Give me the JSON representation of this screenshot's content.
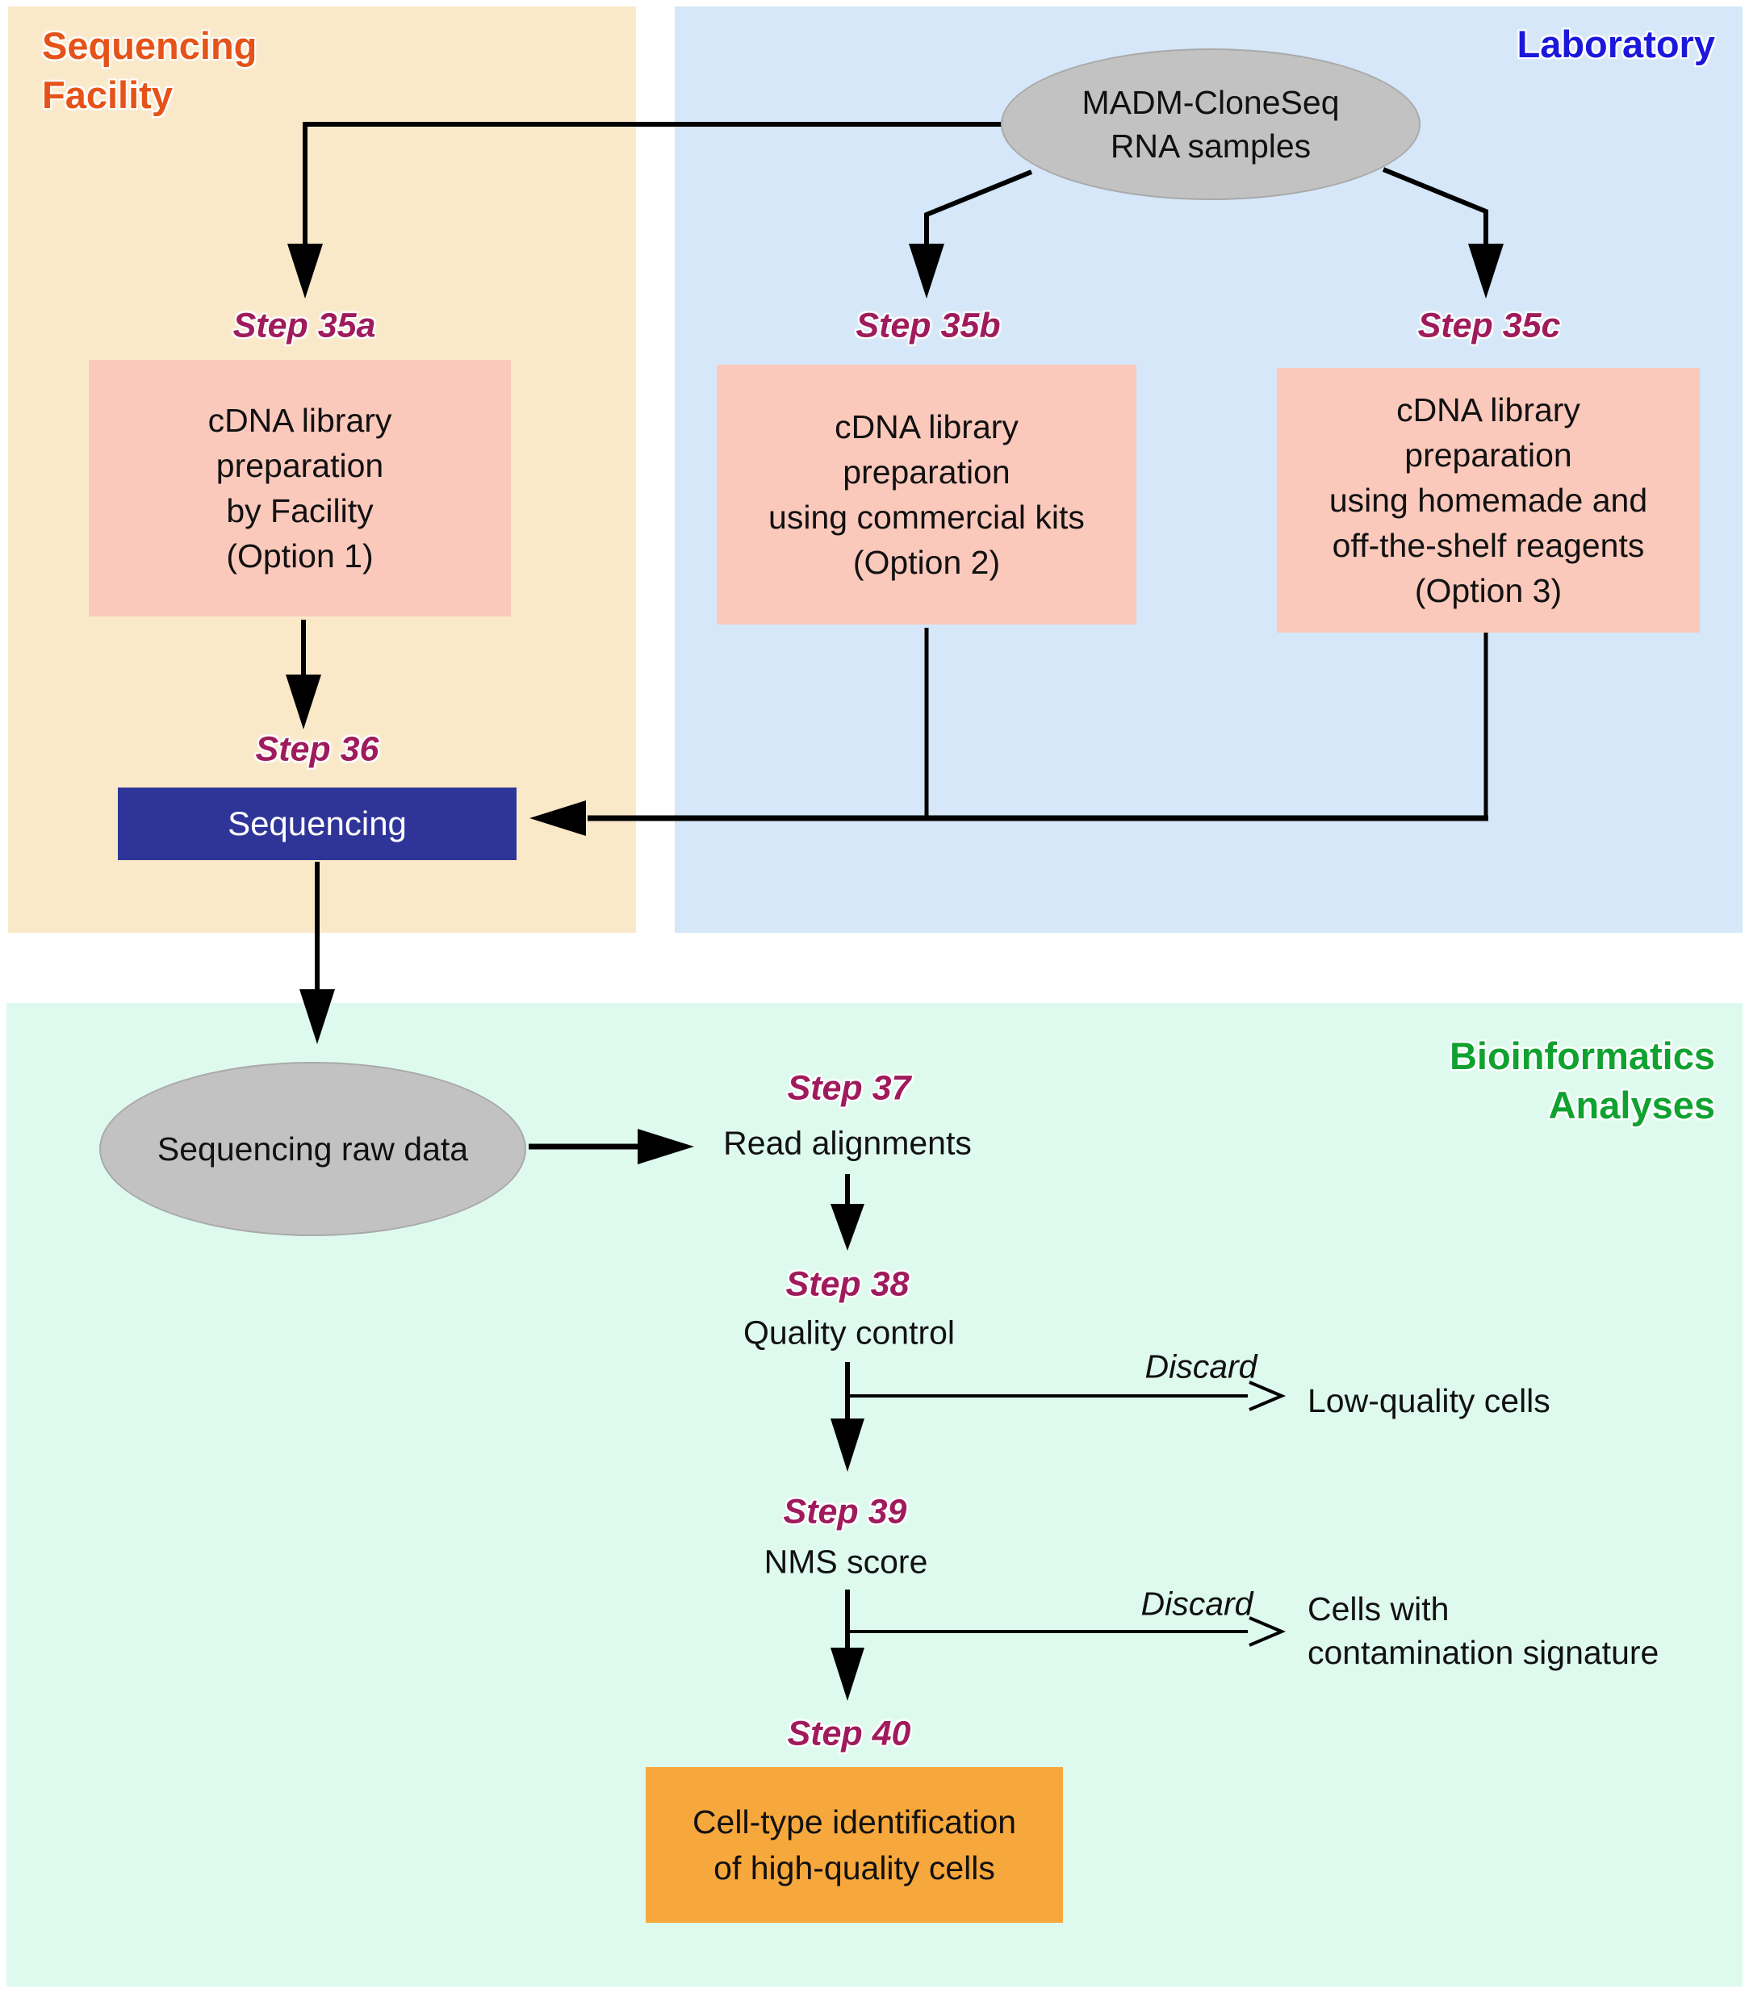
{
  "panels": {
    "facility": {
      "title_lines": [
        "Sequencing",
        "Facility"
      ]
    },
    "laboratory": {
      "title": "Laboratory"
    },
    "bioinformatics": {
      "title_lines": [
        "Bioinformatics",
        "Analyses"
      ]
    }
  },
  "steps": {
    "s35a": "Step 35a",
    "s35b": "Step 35b",
    "s35c": "Step 35c",
    "s36": "Step 36",
    "s37": "Step 37",
    "s38": "Step 38",
    "s39": "Step 39",
    "s40": "Step 40"
  },
  "nodes": {
    "rna_samples": {
      "lines": [
        "MADM-CloneSeq",
        "RNA samples"
      ]
    },
    "option1": {
      "lines": [
        "cDNA library",
        "preparation",
        "by Facility",
        "(Option 1)"
      ]
    },
    "option2": {
      "lines": [
        "cDNA library",
        "preparation",
        "using commercial kits",
        "(Option 2)"
      ]
    },
    "option3": {
      "lines": [
        "cDNA library",
        "preparation",
        "using homemade and",
        "off-the-shelf reagents",
        "(Option 3)"
      ]
    },
    "sequencing": {
      "label": "Sequencing"
    },
    "raw_data": {
      "label": "Sequencing raw data"
    },
    "read_alignments": {
      "label": "Read alignments"
    },
    "quality_control": {
      "label": "Quality control"
    },
    "nms_score": {
      "label": "NMS score"
    },
    "cell_type": {
      "lines": [
        "Cell-type identification",
        "of high-quality cells"
      ]
    }
  },
  "branches": {
    "discard1": {
      "label": "Discard",
      "target": "Low-quality cells"
    },
    "discard2": {
      "label": "Discard",
      "target_lines": [
        "Cells with",
        "contamination signature"
      ]
    }
  },
  "colors": {
    "facility_bg": "#FAE9C9",
    "laboratory_bg": "#D5E7F8",
    "bioinformatics_bg": "#DEFAEE",
    "facility_title": "#E65318",
    "laboratory_title": "#1B18DC",
    "bioinformatics_title": "#0FA230",
    "step_label": "#9F1B5C",
    "option_box_bg": "#FBC9BC",
    "sequencing_box_bg": "#2F3598",
    "sequencing_box_text": "#FFFFFF",
    "result_box_bg": "#F7A83C",
    "ellipse_bg": "#C2C2C2",
    "arrow": "#000000"
  }
}
